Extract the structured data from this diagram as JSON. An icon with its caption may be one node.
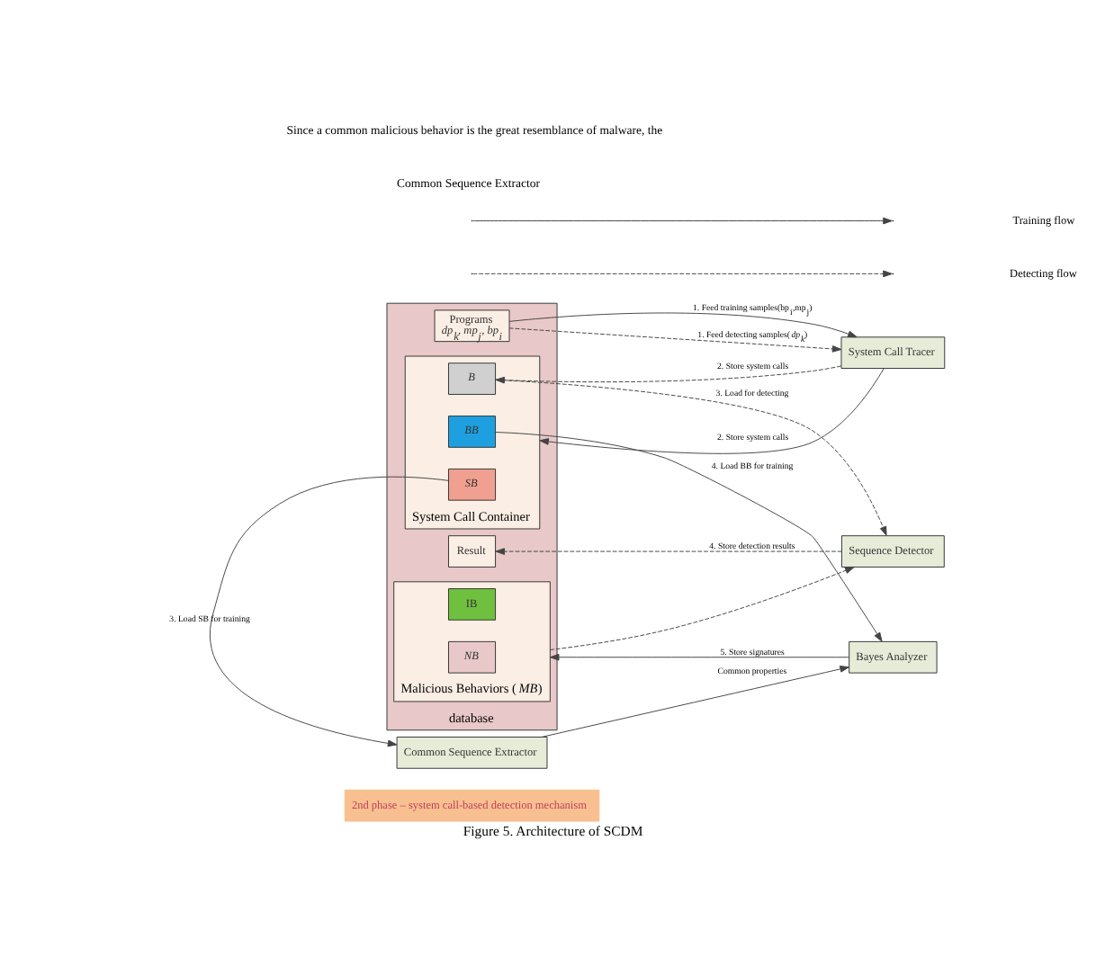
{
  "diagram": {
    "caption": "Figure 5. Architecture of SCDM",
    "nodes": [
      {
        "text": [
          "2nd phase – system call-based detection mechanism"
        ]
      },
      {
        "text": [
          "database"
        ]
      },
      {
        "text": [
          "Programs",
          "*dp$_{k}$, mp$_{j}$, bp$_{i}$*"
        ],
        "in": 1
      },
      {
        "text": [
          "System Call Container"
        ],
        "in": 1
      },
      {
        "text": [
          "*B*"
        ],
        "in": 3
      },
      {
        "text": [
          "*BB*"
        ],
        "in": 3
      },
      {
        "text": [
          "*SB*"
        ],
        "in": 3
      },
      {
        "text": [
          "Malicious Behaviors (*MB*)"
        ],
        "in": 1
      },
      {
        "text": [
          "IB"
        ],
        "in": 7
      },
      {
        "text": [
          "*NB*"
        ],
        "in": 7
      },
      {
        "text": [
          "Result"
        ],
        "in": 1
      },
      {
        "text": [
          "System Call Tracer"
        ]
      },
      {
        "text": [
          "Common Sequence Extractor"
        ]
      },
      {
        "text": [
          "Bayes Analyzer"
        ]
      },
      {
        "text": [
          "Sequence Detector"
        ]
      }
    ],
    "edges": [
      {
        "from": 2,
        "to": 11,
        "arrow": "to",
        "label": "1. Feed training samples(bp$_{i}$,mp$_{j}$)"
      },
      {
        "from": 2,
        "to": 11,
        "arrow": "to",
        "style": "dashed",
        "label": "1. Feed detecting samples(*dp$_{k}$*)"
      },
      {
        "from": 11,
        "to": 3,
        "arrow": "to",
        "label": "2. Store system calls"
      },
      {
        "from": 11,
        "to": 4,
        "arrow": "to",
        "style": "dashed",
        "label": "2. Store system calls"
      },
      {
        "from": 6,
        "to": 12,
        "arrow": "to",
        "label": "3. Load SB for training"
      },
      {
        "from": 12,
        "to": 13,
        "arrow": "to",
        "label": "Common properties"
      },
      {
        "from": 5,
        "to": 13,
        "arrow": "to",
        "label": "4. Load BB for training"
      },
      {
        "from": 13,
        "to": 7,
        "arrow": "to",
        "label": "5. Store signatures"
      },
      {
        "from": 14,
        "to": 10,
        "arrow": "to",
        "style": "dashed",
        "label": "4. Store detection results"
      },
      {
        "from": 4,
        "to": 14,
        "arrow": "to",
        "style": "dashed",
        "label": "3. Load for detecting"
      },
      {
        "from": 7,
        "to": 14,
        "arrow": "to",
        "style": "dashed"
      }
    ],
    "labels": [
      "Common Sequence Extractor",
      "Since a common malicious behavior is the great resemblance of malware, the"
    ],
    "legend": [
      {
        "text": "Training flow"
      },
      {
        "text": "Detecting flow"
      }
    ]
  }
}
